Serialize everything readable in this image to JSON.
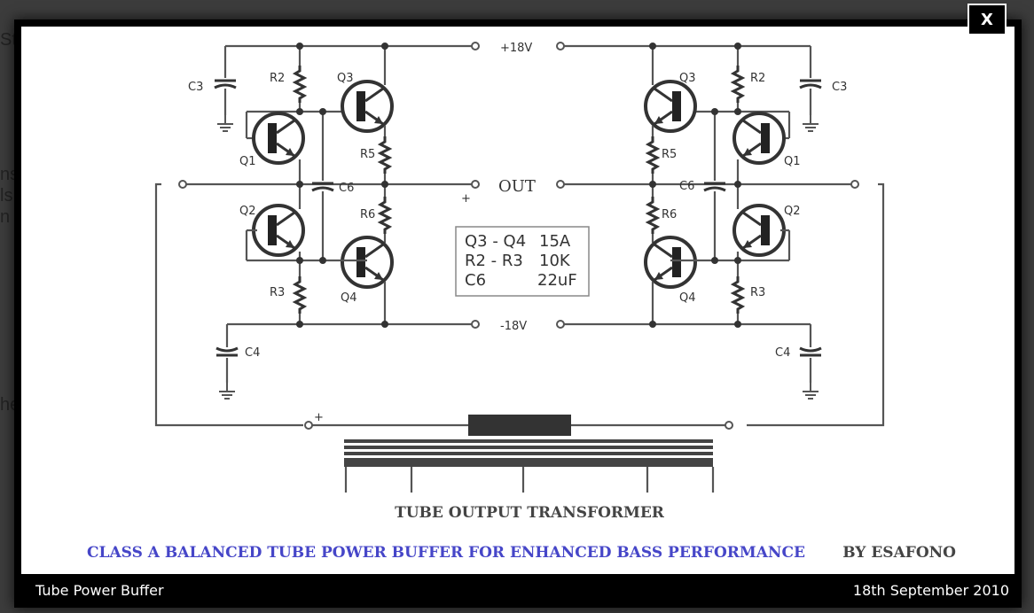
{
  "background_fragments": [
    "St",
    "ns",
    "ls",
    "n",
    "he"
  ],
  "lightbox": {
    "close_label": "X",
    "caption_title": "Tube Power Buffer",
    "caption_date": "18th September 2010"
  },
  "schematic": {
    "labels": {
      "plus18": "+18V",
      "minus18": "-18V",
      "out": "OUT",
      "plus": "+",
      "r2": "R2",
      "r3": "R3",
      "r5": "R5",
      "r6": "R6",
      "q1": "Q1",
      "q2": "Q2",
      "q3": "Q3",
      "q4": "Q4",
      "c3": "C3",
      "c4": "C4",
      "c6": "C6"
    },
    "parts_table": [
      {
        "part": "Q3 - Q4",
        "value": "15A"
      },
      {
        "part": "R2 - R3",
        "value": "10K"
      },
      {
        "part": "C6",
        "value": "22uF"
      }
    ],
    "transformer_label": "TUBE OUTPUT TRANSFORMER",
    "title": "CLASS A  BALANCED TUBE POWER BUFFER FOR ENHANCED BASS PERFORMANCE",
    "author": "BY ESAFONO",
    "title_color": "#4646c8"
  }
}
